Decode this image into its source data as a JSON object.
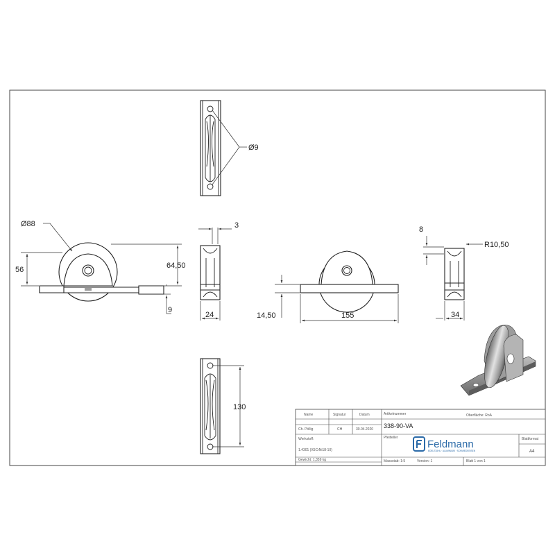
{
  "dimensions": {
    "dia88": "Ø88",
    "h56": "56",
    "h64_50": "64,50",
    "h9": "9",
    "w3": "3",
    "w24": "24",
    "h14_50": "14,50",
    "w155": "155",
    "w8": "8",
    "r10_50": "R10,50",
    "w34": "34",
    "dia9": "Ø9",
    "h130": "130"
  },
  "title_block": {
    "col_name": "Name",
    "col_signatur": "Signatur",
    "col_datum": "Datum",
    "drawn_by_name": "Ch. Pöllig",
    "drawn_by_sig": "CH",
    "drawn_by_date": "30.04.2020",
    "article_label": "Artikelnummer",
    "article_number": "338-90-VA",
    "surface_label": "Oberfläche: RoA",
    "description_label": "Pfeilteller",
    "material_label": "Werkstoff:",
    "material_value": "1.4301 (X5CrNi18-10)",
    "format_label": "Blattformat",
    "format_value": "A4",
    "weight": "Gewicht: 1,359 kg",
    "scale": "Massstab: 1:5",
    "version": "Version: 1",
    "sheet": "Blatt 1 von 1",
    "logo_name": "Feldmann",
    "logo_tagline": "EDELSTAHL · ALUMINIUM · SCHMIEDEEISEN"
  }
}
